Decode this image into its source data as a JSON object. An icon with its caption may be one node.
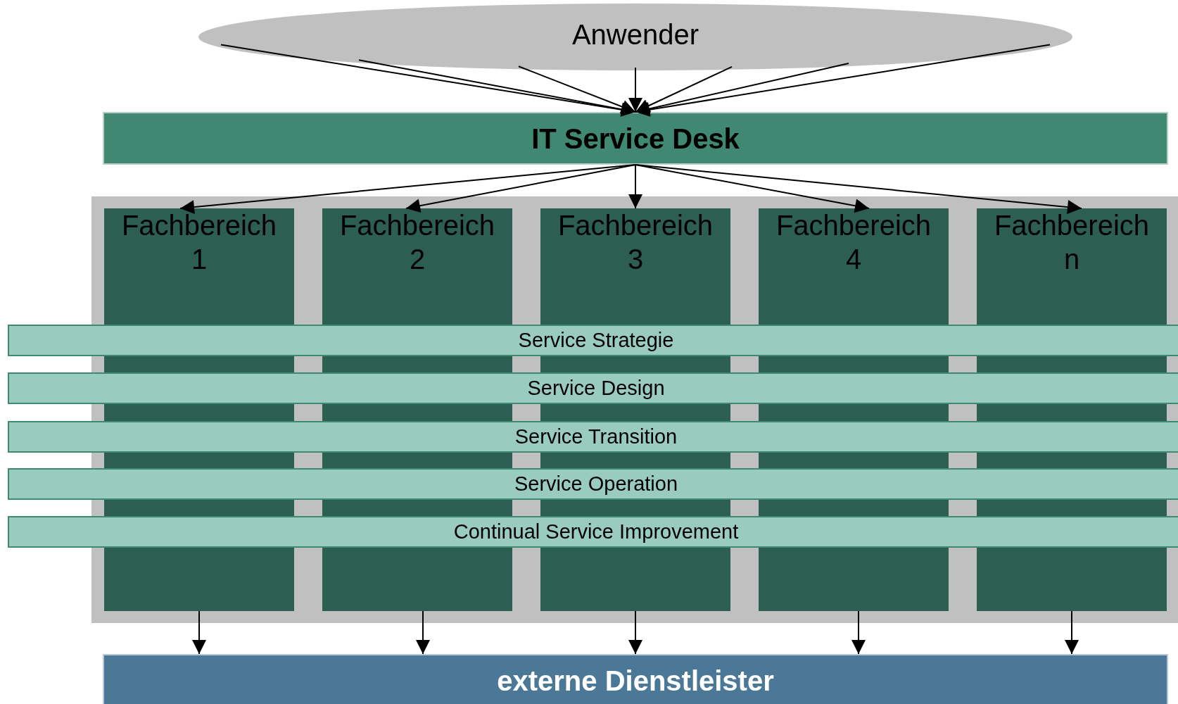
{
  "diagram": {
    "nodes": [
      {
        "text": [
          "Anwender"
        ]
      },
      {
        "text": [
          "IT Service Desk"
        ]
      },
      {
        "text": [],
        "shape": "box"
      },
      {
        "text": [
          "Fachbereich 1"
        ],
        "in": 2
      },
      {
        "text": [
          "Fachbereich 2"
        ],
        "in": 2
      },
      {
        "text": [
          "Fachbereich 3"
        ],
        "in": 2
      },
      {
        "text": [
          "Fachbereich 4"
        ],
        "in": 2
      },
      {
        "text": [
          "Fachbereich n"
        ],
        "in": 2
      },
      {
        "text": [
          "Service Strategie"
        ]
      },
      {
        "text": [
          "Service Design"
        ]
      },
      {
        "text": [
          "Service Transition"
        ]
      },
      {
        "text": [
          "Service Operation"
        ]
      },
      {
        "text": [
          "Continual Service Improvement"
        ]
      },
      {
        "text": [
          "externe Dienstleister"
        ]
      }
    ],
    "edges": [
      {
        "from": 0,
        "to": 1,
        "arrow": "to"
      },
      {
        "from": 0,
        "to": 1,
        "arrow": "to"
      },
      {
        "from": 0,
        "to": 1,
        "arrow": "to"
      },
      {
        "from": 0,
        "to": 1,
        "arrow": "to"
      },
      {
        "from": 0,
        "to": 1,
        "arrow": "to"
      },
      {
        "from": 0,
        "to": 1,
        "arrow": "to"
      },
      {
        "from": 0,
        "to": 1,
        "arrow": "to"
      },
      {
        "from": 1,
        "to": 3,
        "arrow": "to"
      },
      {
        "from": 1,
        "to": 4,
        "arrow": "to"
      },
      {
        "from": 1,
        "to": 5,
        "arrow": "to"
      },
      {
        "from": 1,
        "to": 6,
        "arrow": "to"
      },
      {
        "from": 1,
        "to": 7,
        "arrow": "to"
      },
      {
        "from": 3,
        "to": 13,
        "arrow": "to"
      },
      {
        "from": 4,
        "to": 13,
        "arrow": "to"
      },
      {
        "from": 5,
        "to": 13,
        "arrow": "to"
      },
      {
        "from": 6,
        "to": 13,
        "arrow": "to"
      },
      {
        "from": 7,
        "to": 13,
        "arrow": "to"
      }
    ]
  }
}
